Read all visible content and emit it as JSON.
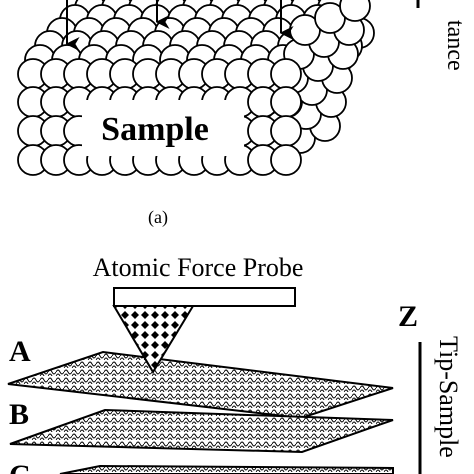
{
  "top_panel": {
    "sample_label": "Sample",
    "panel_label": "(a)",
    "side_label_fragment": "tance"
  },
  "bottom_panel": {
    "probe_label": "Atomic Force Probe",
    "axis_letter": "Z",
    "axis_label": "Tip-Sample",
    "layers": [
      {
        "label": "A"
      },
      {
        "label": "B"
      },
      {
        "label": "C"
      }
    ]
  }
}
